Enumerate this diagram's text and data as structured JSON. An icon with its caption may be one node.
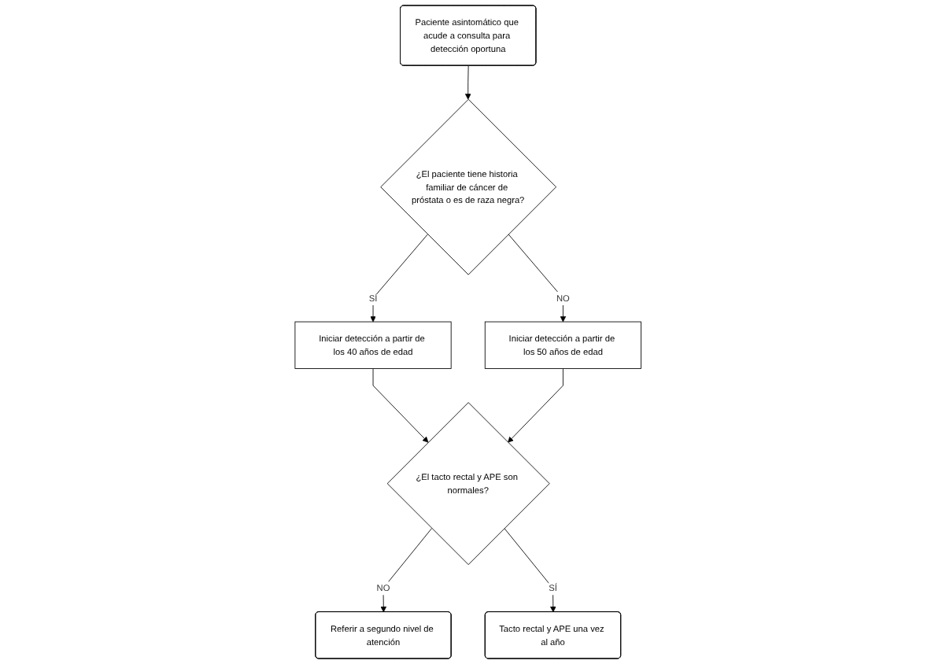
{
  "diagram": {
    "nodes": [
      {
        "text": [
          "Paciente asintomático que acude a consulta para detección oportuna"
        ]
      },
      {
        "text": [
          "¿El paciente tiene historia familiar de cáncer de próstata o es de raza negra?"
        ]
      },
      {
        "text": [
          "Iniciar detección a partir de los 40 años de edad"
        ]
      },
      {
        "text": [
          "Iniciar detección a partir de los 50 años de edad"
        ]
      },
      {
        "text": [
          "¿El tacto rectal y APE son normales?"
        ]
      },
      {
        "text": [
          "Referir a segundo nivel de atención"
        ]
      },
      {
        "text": [
          "Tacto rectal y APE una vez al año"
        ]
      }
    ],
    "edges": [
      {
        "from": 0,
        "to": 1,
        "arrow": "to"
      },
      {
        "from": 1,
        "to": 2,
        "arrow": "to",
        "label": "SÍ"
      },
      {
        "from": 1,
        "to": 3,
        "arrow": "to",
        "label": "NO"
      },
      {
        "from": 2,
        "to": 4,
        "arrow": "to"
      },
      {
        "from": 3,
        "to": 4,
        "arrow": "to"
      },
      {
        "from": 4,
        "to": 5,
        "arrow": "to",
        "label": "NO"
      },
      {
        "from": 4,
        "to": 6,
        "arrow": "to",
        "label": "SÍ"
      }
    ]
  }
}
